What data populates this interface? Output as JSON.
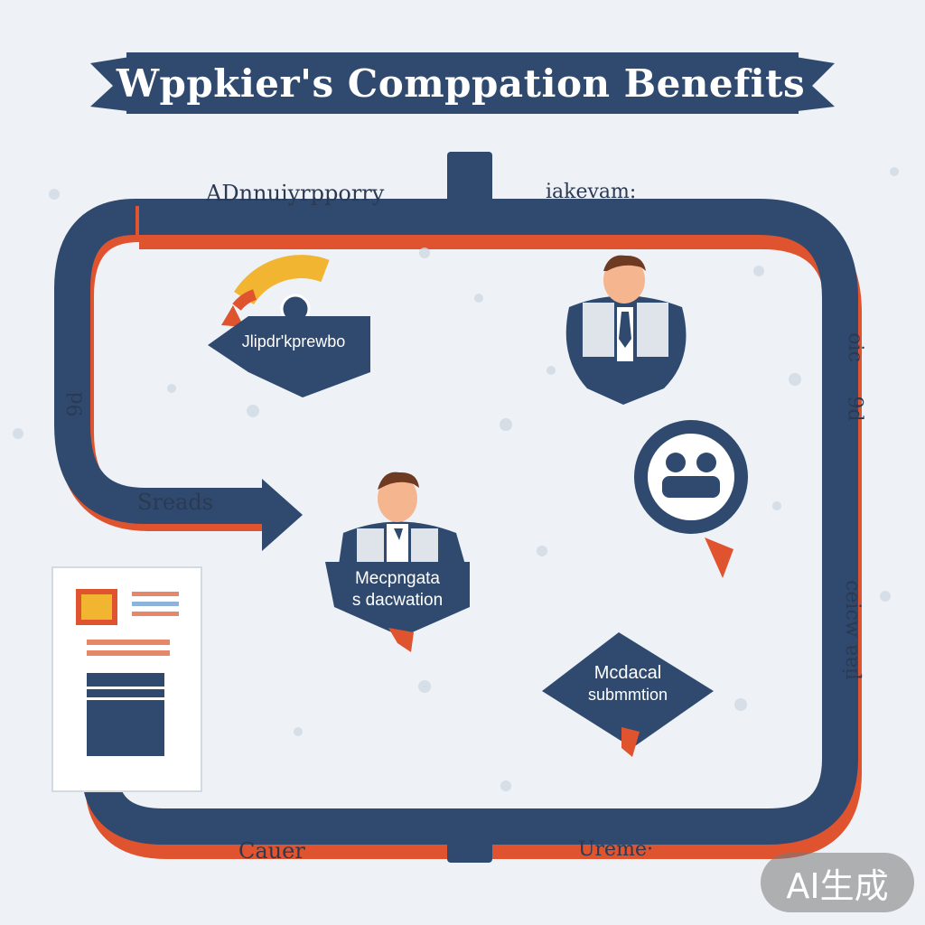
{
  "title": "Wppkier's Comppation Benefits",
  "colors": {
    "navy": "#2f4a6e",
    "accent": "#e0532f",
    "gold": "#f2b531",
    "background": "#eef2f7"
  },
  "labels": {
    "top_left": "ADnnuiyrpporry",
    "top_right": "iakevam:",
    "left_side": "9d",
    "left_lower": "Sreads",
    "right_top": "oic",
    "right_mid": "9d",
    "right_lower": "ceicw ɐɐᴉl",
    "bottom_left": "Cauer",
    "bottom_right": "Ureme·"
  },
  "nodes": {
    "gauge_node": "Jlipdr'kprewbo",
    "person_node": [
      "Mecpngata",
      "s dacwation"
    ],
    "medical_node": [
      "Mcdacal",
      "submmtion"
    ]
  },
  "icons": [
    "gauge-icon",
    "businessman-icon",
    "group-icon",
    "document-icon"
  ],
  "watermark": "AI生成"
}
